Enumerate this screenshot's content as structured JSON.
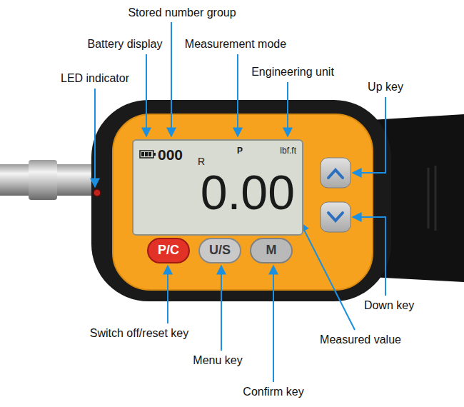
{
  "diagram": {
    "nodes": [
      {
        "text": [
          "000",
          "R",
          "P",
          "lbf.ft",
          "0.00"
        ]
      },
      {
        "text": [
          "P/C"
        ]
      },
      {
        "text": [
          "U/S"
        ]
      },
      {
        "text": [
          "M"
        ]
      }
    ],
    "labels": [
      "Stored number group",
      "Battery display",
      "Measurement mode",
      "Engineering unit",
      "LED indicator",
      "Up key",
      "Down key",
      "Measured value",
      "Switch off/reset key",
      "Menu key",
      "Confirm key"
    ]
  }
}
